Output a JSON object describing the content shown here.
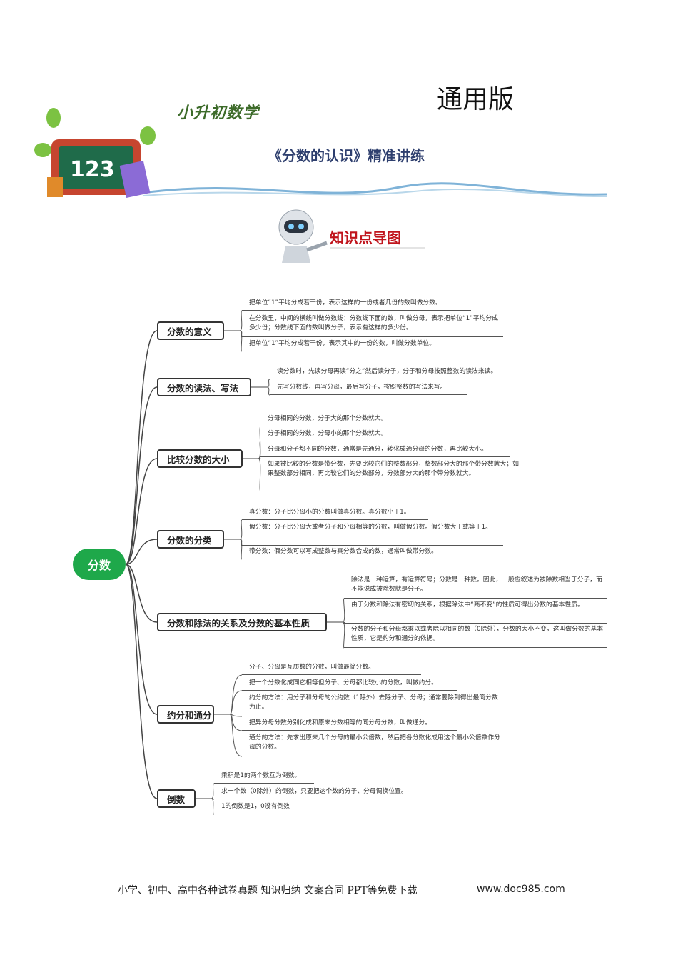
{
  "header": {
    "subject": "小升初数学",
    "edition": "通用版",
    "title": "《分数的认识》精准讲练",
    "section": "知识点导图",
    "board_text": "123"
  },
  "mindmap": {
    "center": "分数",
    "branches": [
      {
        "label": "分数的意义",
        "leaves": [
          "把单位“1”平均分成若干份，表示这样的一份或者几份的数叫做分数。",
          "在分数里，中间的横线叫做分数线；分数线下面的数，叫做分母，表示把单位“1”平均分成多少份；分数线下面的数叫做分子，表示有这样的多少份。",
          "把单位“1”平均分成若干份，表示其中的一份的数，叫做分数单位。"
        ]
      },
      {
        "label": "分数的读法、写法",
        "leaves": [
          "读分数时，先读分母再读“分之”然后读分子，分子和分母按照整数的读法来读。",
          "先写分数线，再写分母，最后写分子，按照整数的写法来写。"
        ]
      },
      {
        "label": "比较分数的大小",
        "leaves": [
          "分母相同的分数，分子大的那个分数就大。",
          "分子相同的分数，分母小的那个分数就大。",
          "分母和分子都不同的分数，通常是先通分，转化成通分母的分数，再比较大小。",
          "如果被比较的分数是带分数，先要比较它们的整数部分，整数部分大的那个带分数就大；如果整数部分相同，再比较它们的分数部分，分数部分大的那个带分数就大。"
        ]
      },
      {
        "label": "分数的分类",
        "leaves": [
          "真分数：分子比分母小的分数叫做真分数。真分数小于1。",
          "假分数：分子比分母大或者分子和分母相等的分数，叫做假分数。假分数大于或等于1。",
          "带分数：假分数可以写成整数与真分数合成的数，通常叫做带分数。"
        ]
      },
      {
        "label": "分数和除法的关系及分数的基本性质",
        "leaves": [
          "除法是一种运算，有运算符号；分数是一种数。因此，一般应叙述为被除数相当于分子，而不能说成被除数就是分子。",
          "由于分数和除法有密切的关系，根据除法中“商不变”的性质可得出分数的基本性质。",
          "分数的分子和分母都乘以或者除以相同的数（0除外），分数的大小不变，这叫做分数的基本性质，它是约分和通分的依据。"
        ]
      },
      {
        "label": "约分和通分",
        "leaves": [
          "分子、分母是互质数的分数，叫做最简分数。",
          "把一个分数化成同它相等但分子、分母都比较小的分数，叫做约分。",
          "约分的方法：用分子和分母的公约数（1除外）去除分子、分母；通常要除到得出最简分数为止。",
          "把异分母分数分别化成和原来分数相等的同分母分数，叫做通分。",
          "通分的方法：先求出原来几个分母的最小公倍数，然后把各分数化成用这个最小公倍数作分母的分数。"
        ]
      },
      {
        "label": "倒数",
        "leaves": [
          "乘积是1的两个数互为倒数。",
          "求一个数（0除外）的倒数，只要把这个数的分子、分母调换位置。",
          "1的倒数是1，0没有倒数"
        ]
      }
    ]
  },
  "footer": {
    "text": "小学、初中、高中各种试卷真题  知识归纳  文案合同  PPT等免费下载",
    "url": "www.doc985.com"
  },
  "colors": {
    "center": "#1ea84a",
    "section": "#c0141c",
    "title": "#2e3f6e"
  }
}
